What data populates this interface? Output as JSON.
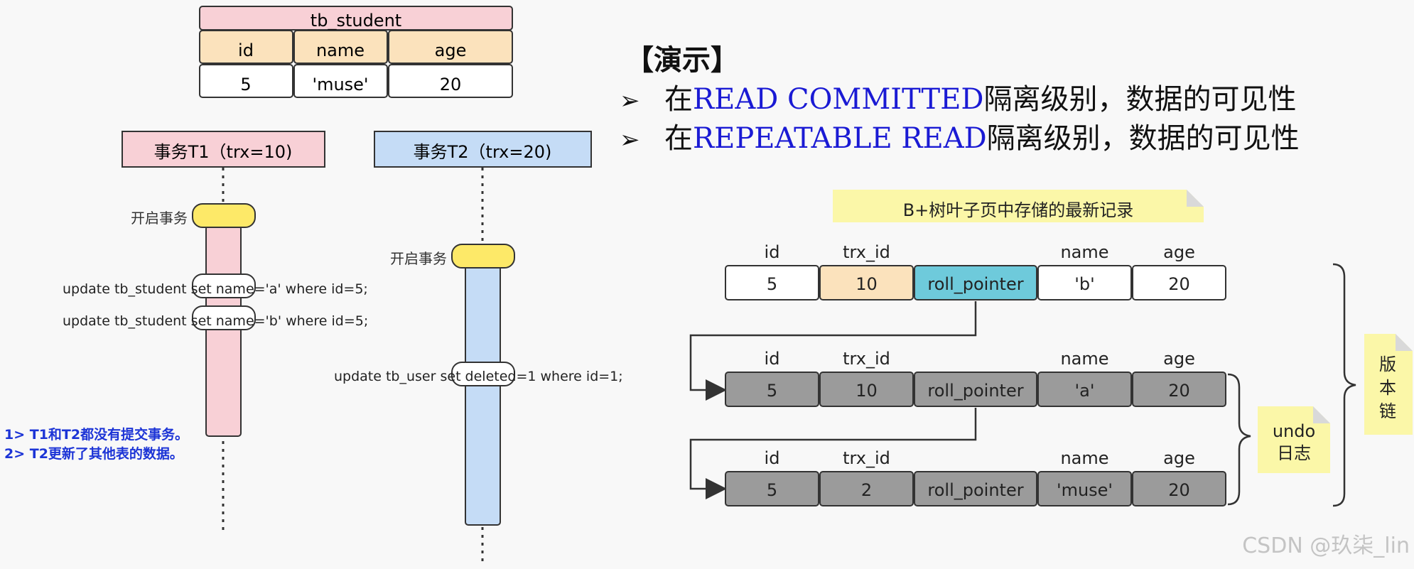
{
  "student_table": {
    "title": "tb_student",
    "columns": [
      "id",
      "name",
      "age"
    ],
    "row": [
      "5",
      "'muse'",
      "20"
    ]
  },
  "t1": {
    "title": "事务T1（trx=10)",
    "start_label": "开启事务",
    "updates": [
      "update tb_student set name='a' where id=5;",
      "update tb_student set name='b' where id=5;"
    ]
  },
  "t2": {
    "title": "事务T2（trx=20)",
    "start_label": "开启事务",
    "update": "update tb_user set deleted=1 where id=1;"
  },
  "notes": [
    "1> T1和T2都没有提交事务。",
    "2> T2更新了其他表的数据。"
  ],
  "demo": {
    "title": "【演示】",
    "bullets": [
      {
        "prefix": "在",
        "highlight": "READ  COMMITTED",
        "suffix": "隔离级别，数据的可见性"
      },
      {
        "prefix": "在",
        "highlight": "REPEATABLE  READ",
        "suffix": "隔离级别，数据的可见性"
      }
    ],
    "bullet_glyph": "➢"
  },
  "latest_note": "B+树叶子页中存储的最新记录",
  "record_headers": [
    "id",
    "trx_id",
    "",
    "name",
    "age"
  ],
  "records": [
    {
      "cells": [
        "5",
        "10",
        "roll_pointer",
        "'b'",
        "20"
      ]
    },
    {
      "cells": [
        "5",
        "10",
        "roll_pointer",
        "'a'",
        "20"
      ]
    },
    {
      "cells": [
        "5",
        "2",
        "roll_pointer",
        "'muse'",
        "20"
      ]
    }
  ],
  "undo_note": "undo\n日志",
  "version_chain_note": "版\n本\n链",
  "watermark": "CSDN @玖柒_lin",
  "colors": {
    "pink": "#f8d0d6",
    "blue_lane": "#c5dcf6",
    "peach": "#fbe2bc",
    "cyan": "#6ecadb",
    "gray": "#9b9b9b",
    "yellow": "#fde968",
    "note": "#fbf7a8",
    "highlight_text": "#1a1ad4",
    "note_text": "#1c34d6"
  }
}
